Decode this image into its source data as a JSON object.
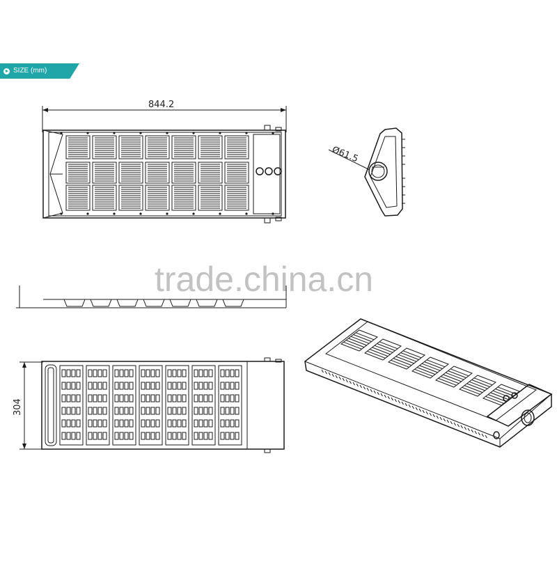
{
  "section_header": {
    "label": "SIZE (mm)",
    "icon": "chevron-circle-icon",
    "color": "#1ea6a8"
  },
  "dimensions": {
    "length": "844.2",
    "width": "304",
    "pole_diameter": "Ø61.5"
  },
  "watermark": "trade.china.cn"
}
